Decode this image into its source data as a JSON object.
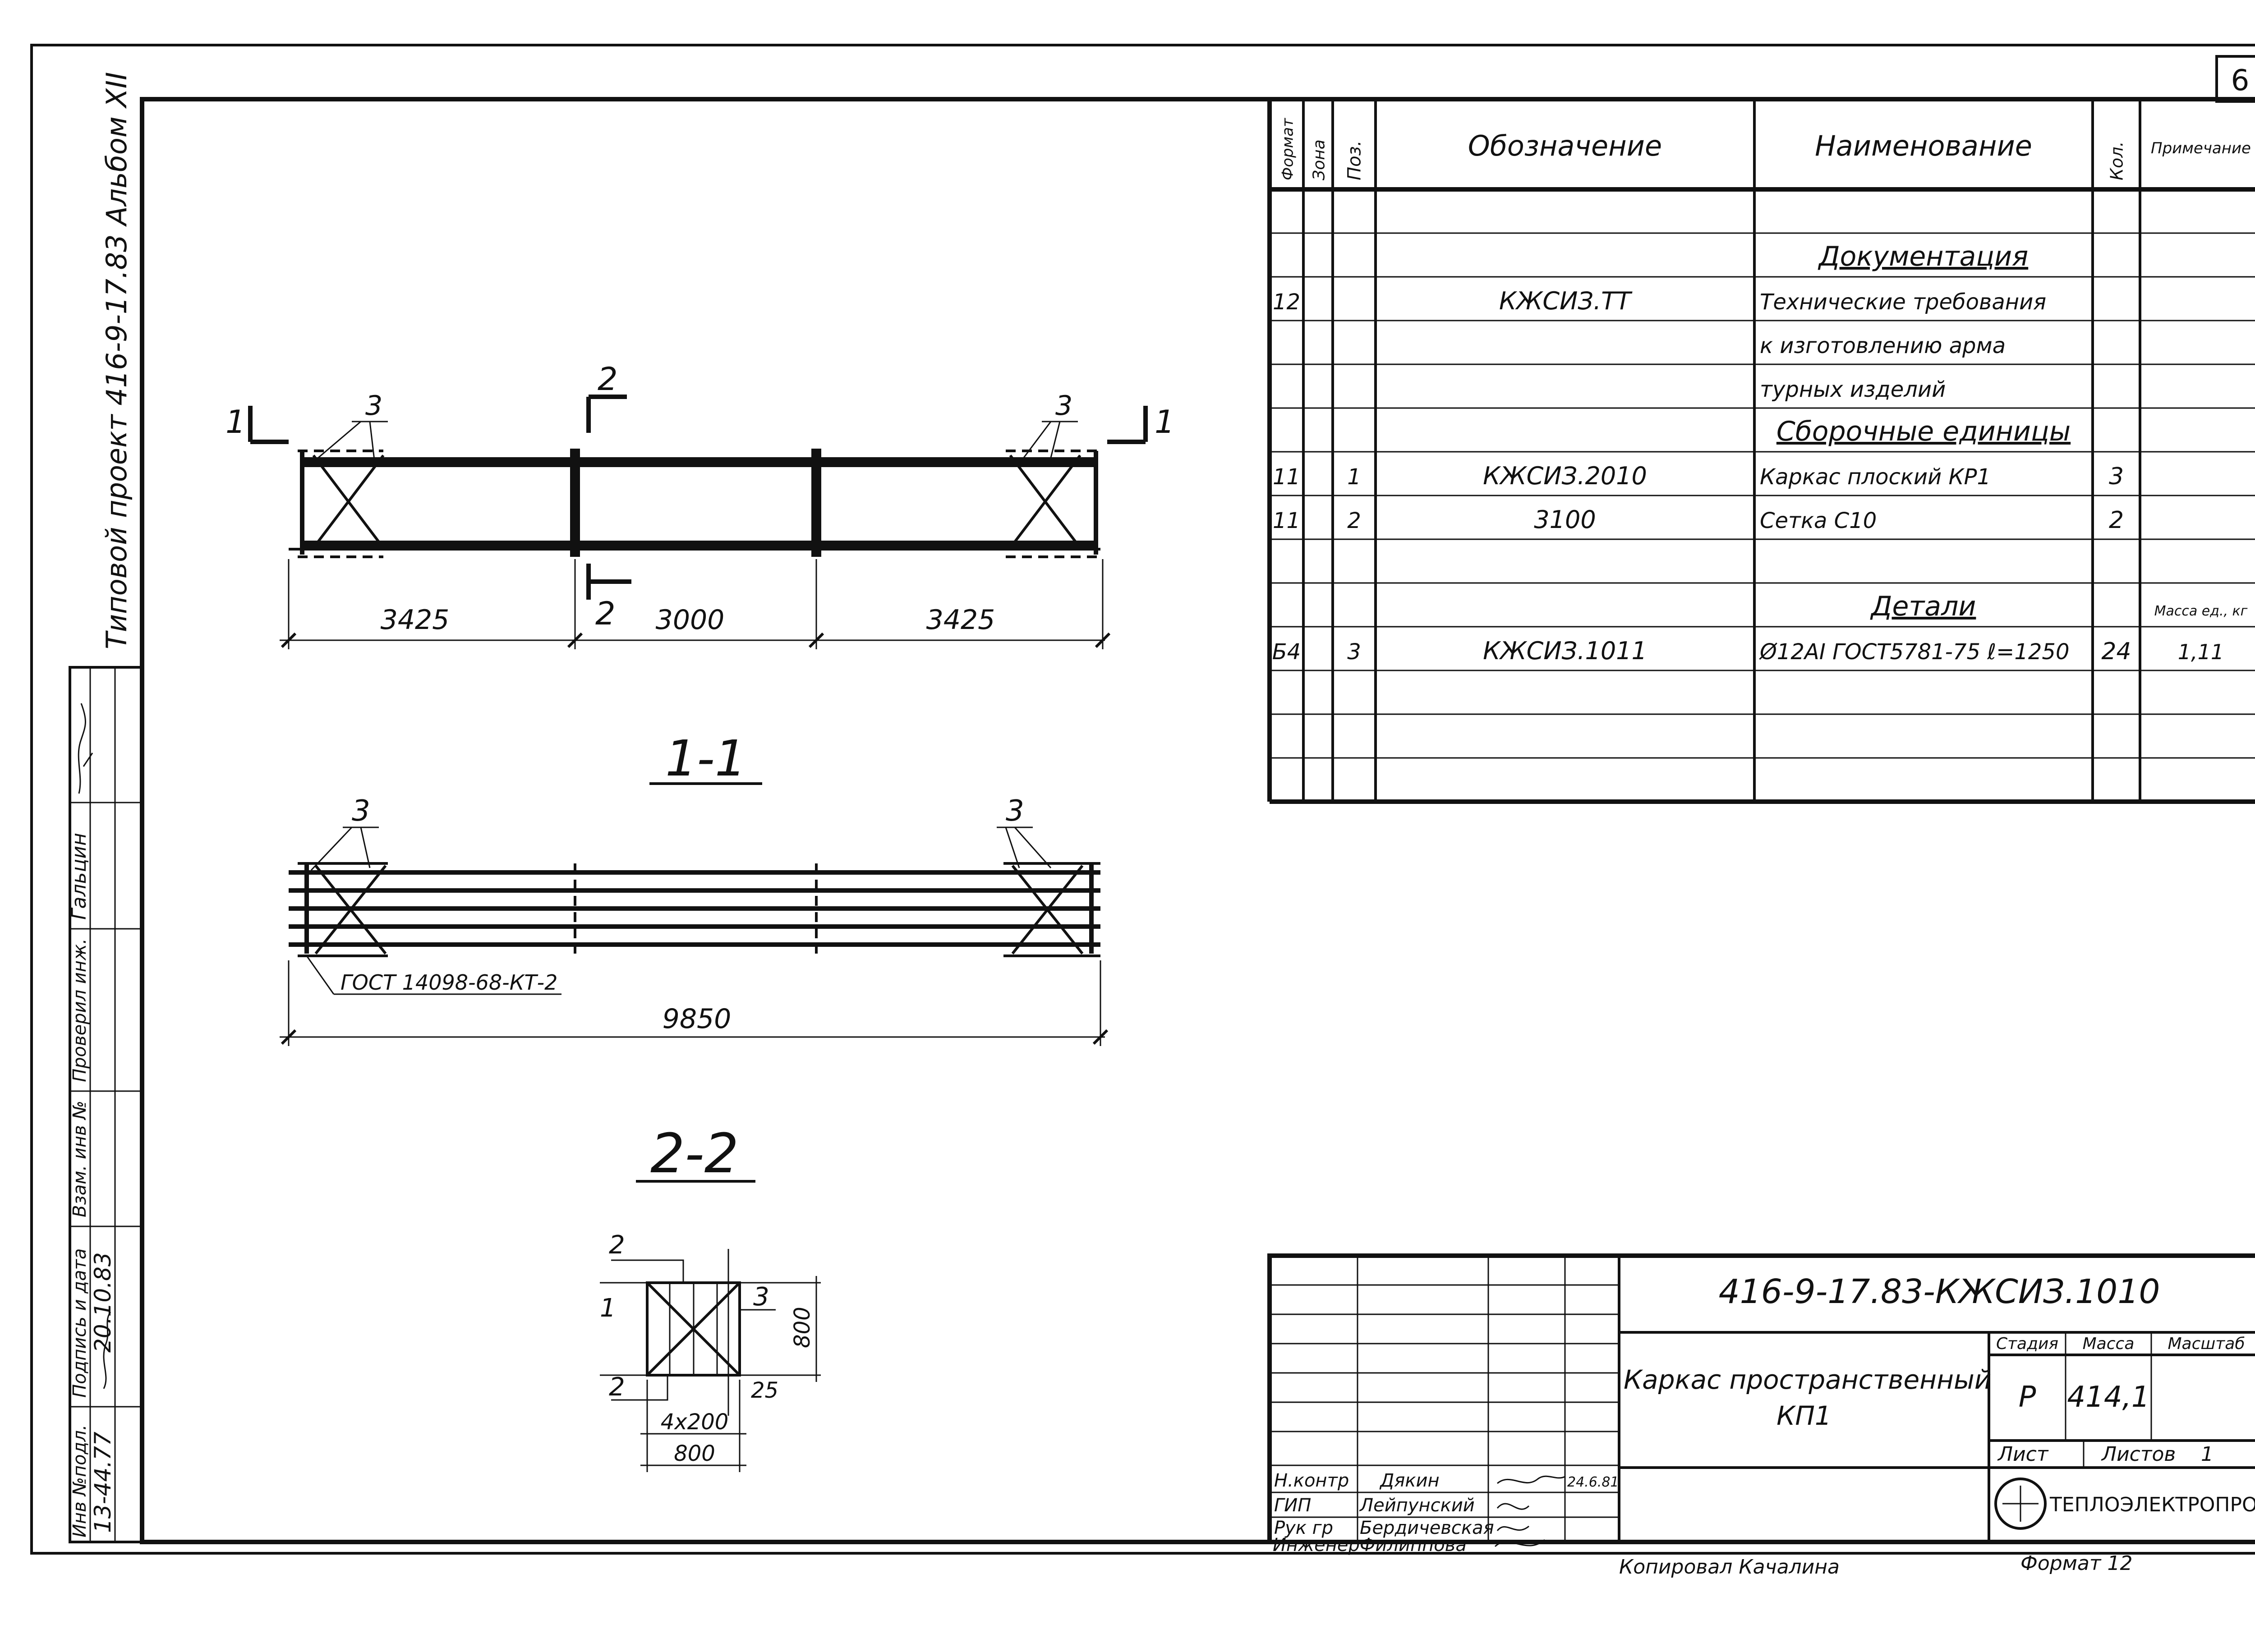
{
  "sheet": {
    "page_number": "6",
    "side_title": "Типовой проект 416-9-17.83 Альбом XII",
    "side_table": {
      "roles": [
        "Проверил инж.",
        "Взам. инв №",
        "Подпись и дата",
        "Инв №подл."
      ],
      "names": [
        "Гальцин",
        "13-44.77"
      ],
      "dates": [
        "20.10.83"
      ]
    }
  },
  "drawing": {
    "plan": {
      "dims": [
        "3425",
        "3000",
        "3425"
      ],
      "section_marks": {
        "s1": "1",
        "s2": "2"
      },
      "callout": "3"
    },
    "section_1_1": {
      "title": "1-1",
      "callout": "3",
      "weld_note": "ГОСТ 14098-68-КТ-2",
      "overall_dim": "9850"
    },
    "section_2_2": {
      "title": "2-2",
      "labels": [
        "2",
        "1",
        "3",
        "2"
      ],
      "dims": [
        "800",
        "25",
        "4x200",
        "800"
      ]
    }
  },
  "spec": {
    "headers": {
      "format": "Формат",
      "zone": "Зона",
      "pos": "Поз.",
      "designation": "Обозначение",
      "name": "Наименование",
      "qty": "Кол.",
      "note": "Примечание"
    },
    "rows": [
      {
        "format": "",
        "pos": "",
        "designation": "",
        "name": "",
        "qty": "",
        "note": ""
      },
      {
        "format": "",
        "pos": "",
        "designation": "",
        "name": "Документация",
        "qty": "",
        "note": "",
        "heading": true
      },
      {
        "format": "12",
        "pos": "",
        "designation": "КЖСИЗ.ТТ",
        "name": "Технические требования",
        "qty": "",
        "note": ""
      },
      {
        "format": "",
        "pos": "",
        "designation": "",
        "name": "к изготовлению арма",
        "qty": "",
        "note": ""
      },
      {
        "format": "",
        "pos": "",
        "designation": "",
        "name": "турных изделий",
        "qty": "",
        "note": ""
      },
      {
        "format": "",
        "pos": "",
        "designation": "",
        "name": "Сборочные единицы",
        "qty": "",
        "note": "",
        "heading": true
      },
      {
        "format": "11",
        "pos": "1",
        "designation": "КЖСИЗ.2010",
        "name": "Каркас плоский КР1",
        "qty": "3",
        "note": ""
      },
      {
        "format": "11",
        "pos": "2",
        "designation": "3100",
        "name": "Сетка С10",
        "qty": "2",
        "note": ""
      },
      {
        "format": "",
        "pos": "",
        "designation": "",
        "name": "",
        "qty": "",
        "note": ""
      },
      {
        "format": "",
        "pos": "",
        "designation": "",
        "name": "Детали",
        "qty": "",
        "note": "Масса ед., кг",
        "heading": true
      },
      {
        "format": "Б4",
        "pos": "3",
        "designation": "КЖСИЗ.1011",
        "name": "Ø12АI ГОСТ5781-75 ℓ=1250",
        "qty": "24",
        "note": "1,11"
      },
      {
        "format": "",
        "pos": "",
        "designation": "",
        "name": "",
        "qty": "",
        "note": ""
      },
      {
        "format": "",
        "pos": "",
        "designation": "",
        "name": "",
        "qty": "",
        "note": ""
      },
      {
        "format": "",
        "pos": "",
        "designation": "",
        "name": "",
        "qty": "",
        "note": ""
      }
    ]
  },
  "title_block": {
    "code": "416-9-17.83-КЖСИЗ.1010",
    "title_line1": "Каркас пространственный",
    "title_line2": "КП1",
    "stage_label": "Стадия",
    "mass_label": "Масса",
    "scale_label": "Масштаб",
    "stage": "Р",
    "mass": "414,1",
    "sheet_label": "Лист",
    "sheets_label": "Листов",
    "sheets": "1",
    "org": "ТЕПЛОЭЛЕКТРОПРОЕКТ",
    "roles": [
      {
        "role": "Н.контр",
        "name": "Дякин",
        "date": "24.6.81"
      },
      {
        "role": "ГИП",
        "name": "Лейпунский",
        "date": ""
      },
      {
        "role": "Рук гр",
        "name": "Бердичевская",
        "date": ""
      },
      {
        "role": "Инженер",
        "name": "Филиппова",
        "date": ""
      }
    ],
    "copied": "Копировал Качалина",
    "format": "Формат 12"
  }
}
